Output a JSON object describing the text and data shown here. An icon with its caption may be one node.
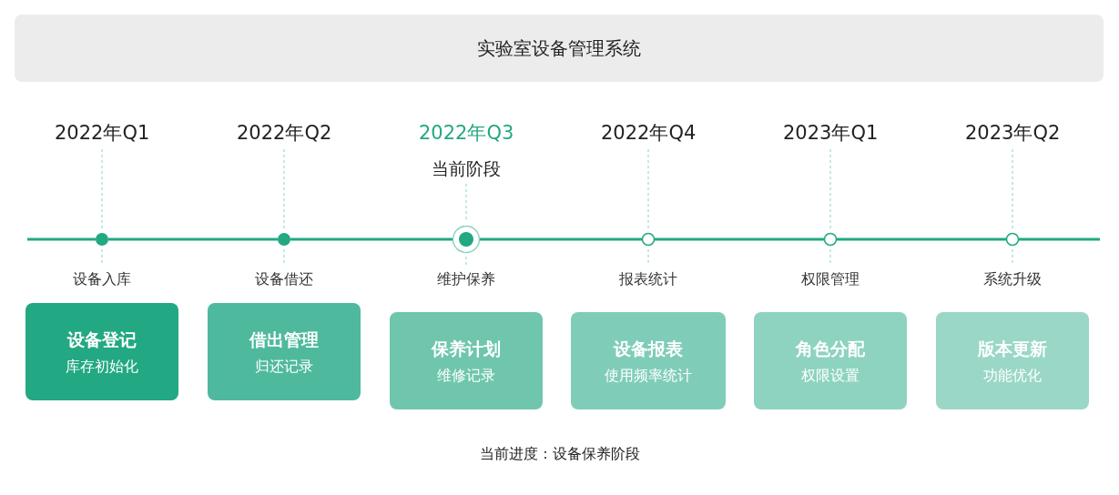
{
  "diagram": {
    "title": "实验室设备管理系统",
    "nodes": [
      {
        "text": [],
        "shape": "dot"
      },
      {
        "text": [],
        "shape": "dot"
      },
      {
        "text": [],
        "shape": "target"
      },
      {
        "text": [],
        "shape": "circle"
      },
      {
        "text": [],
        "shape": "circle"
      },
      {
        "text": [],
        "shape": "circle"
      },
      {
        "text": [
          "设备登记",
          "库存初始化"
        ]
      },
      {
        "text": [
          "借出管理",
          "归还记录"
        ]
      },
      {
        "text": [
          "保养计划",
          "维修记录"
        ]
      },
      {
        "text": [
          "设备报表",
          "使用频率统计"
        ]
      },
      {
        "text": [
          "角色分配",
          "权限设置"
        ]
      },
      {
        "text": [
          "版本更新",
          "功能优化"
        ]
      },
      {
        "text": [
          "2022年Q1"
        ]
      },
      {
        "text": [
          "2022年Q2"
        ]
      },
      {
        "text": [
          "2022年Q3"
        ]
      },
      {
        "text": [
          "2022年Q4"
        ]
      },
      {
        "text": [
          "2023年Q1"
        ]
      },
      {
        "text": [
          "2023年Q2"
        ]
      },
      {
        "text": [
          "当前阶段"
        ]
      },
      {
        "text": [
          "设备入库"
        ]
      },
      {
        "text": [
          "设备借还"
        ]
      },
      {
        "text": [
          "维护保养"
        ]
      },
      {
        "text": [
          "报表统计"
        ]
      },
      {
        "text": [
          "权限管理"
        ]
      },
      {
        "text": [
          "系统升级"
        ]
      }
    ],
    "edges": [
      {
        "from": 0,
        "to": 1,
        "arrow": "none",
        "color": "#22a882"
      },
      {
        "from": 1,
        "to": 2,
        "arrow": "none",
        "color": "#22a882"
      },
      {
        "from": 2,
        "to": 3,
        "arrow": "none",
        "color": "#22a882"
      },
      {
        "from": 3,
        "to": 4,
        "arrow": "none",
        "color": "#22a882"
      },
      {
        "from": 4,
        "to": 5,
        "arrow": "none",
        "color": "#22a882"
      },
      {
        "from": 12,
        "to": 0,
        "arrow": "none",
        "style": "dashed"
      },
      {
        "from": 13,
        "to": 1,
        "arrow": "none",
        "style": "dashed"
      },
      {
        "from": 18,
        "to": 2,
        "arrow": "none",
        "style": "dashed"
      },
      {
        "from": 15,
        "to": 3,
        "arrow": "none",
        "style": "dashed"
      },
      {
        "from": 16,
        "to": 4,
        "arrow": "none",
        "style": "dashed"
      },
      {
        "from": 17,
        "to": 5,
        "arrow": "none",
        "style": "dashed"
      },
      {
        "from": 0,
        "to": 19,
        "arrow": "none",
        "style": "dashed"
      },
      {
        "from": 1,
        "to": 20,
        "arrow": "none",
        "style": "dashed"
      },
      {
        "from": 2,
        "to": 21,
        "arrow": "none",
        "style": "dashed"
      },
      {
        "from": 3,
        "to": 22,
        "arrow": "none",
        "style": "dashed"
      },
      {
        "from": 4,
        "to": 23,
        "arrow": "none",
        "style": "dashed"
      },
      {
        "from": 5,
        "to": 24,
        "arrow": "none",
        "style": "dashed"
      }
    ],
    "caption": "当前进度：设备保养阶段"
  }
}
